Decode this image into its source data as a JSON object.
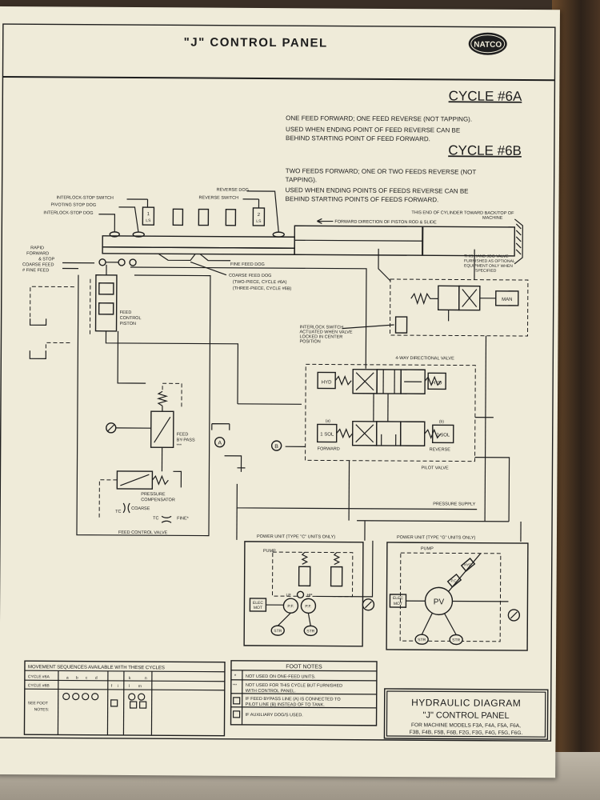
{
  "header": {
    "title": "\"J\" CONTROL PANEL",
    "logo_text": "NATCO"
  },
  "cycles": [
    {
      "title": "CYCLE #6A",
      "line1": "ONE FEED FORWARD; ONE FEED REVERSE (NOT TAPPING).",
      "line2": "USED WHEN ENDING POINT OF FEED REVERSE CAN BE",
      "line3": "BEHIND STARTING POINT OF FEED FORWARD."
    },
    {
      "title": "CYCLE #6B",
      "line1": "TWO FEEDS FORWARD; ONE OR TWO FEEDS REVERSE (NOT",
      "line2": "TAPPING).",
      "line3": "USED WHEN ENDING POINTS OF FEEDS REVERSE CAN BE",
      "line4": "BEHIND STARTING POINTS OF FEEDS FORWARD."
    }
  ],
  "labels": {
    "interlock_stop_switch": "INTERLOCK-STOP SWITCH",
    "pivoting_stop_dog": "PIVOTING STOP DOG",
    "interlock_stop_dog": "INTERLOCK-STOP DOG",
    "reverse_dog": "REVERSE DOG",
    "reverse_switch": "REVERSE SWITCH",
    "cylinder_note1": "THIS END OF CYLINDER TOWARD BACK/TOP OF",
    "cylinder_note2": "MACHINE",
    "forward_direction": "FORWARD DIRECTION OF PISTON ROD & SLIDE",
    "rapid_forward": "RAPID",
    "rapid_forward2": "FORWARD",
    "rapid_forward3": "& STOP",
    "coarse_feed": "COARSE FEED",
    "fine_feed_left": "# FINE FEED",
    "fine_feed_dog": "FINE FEED DOG",
    "coarse_feed_dog1": "COARSE FEED DOG",
    "coarse_feed_dog2": "(TWO-PIECE, CYCLE #6A)",
    "coarse_feed_dog3": "(THREE-PIECE, CYCLE #6B)",
    "hand_jog1": "THIS HAND JOG VALVE",
    "hand_jog2": "FURNISHED AS OPTIONAL",
    "hand_jog3": "EQUIPMENT ONLY WHEN",
    "hand_jog4": "SPECIFIED",
    "man": "MAN",
    "feed_control_piston1": "FEED",
    "feed_control_piston2": "CONTROL",
    "feed_control_piston3": "PISTON",
    "interlock_note1": "INTERLOCK SWITCH",
    "interlock_note2": "ACTUATED WHEN VALVE",
    "interlock_note3": "LOCKED IN CENTER",
    "interlock_note4": "POSITION",
    "four_way": "4-WAY DIRECTIONAL VALVE",
    "hyd": "HYD",
    "sol1": "1 SOL",
    "sol2": "2 SOL",
    "pos_a": "(a)",
    "pos_b": "(b)",
    "forward": "FORWARD",
    "reverse": "REVERSE",
    "pilot_valve": "PILOT VALVE",
    "feed_bypass1": "FEED",
    "feed_bypass2": "BY-PASS",
    "feed_bypass3": "***",
    "marker_a": "A",
    "marker_b": "B",
    "pressure_comp1": "PRESSURE",
    "pressure_comp2": "COMPENSATOR",
    "tc_coarse": "TC",
    "coarse": "COARSE",
    "tc_fine": "TC",
    "fine": "FINE*",
    "feed_control_valve": "FEED CONTROL VALVE",
    "pressure_supply": "PRESSURE SUPPLY",
    "power_unit_left": "POWER UNIT (TYPE \"C\" UNITS ONLY)",
    "power_unit_right": "POWER UNIT (TYPE \"G\" UNITS ONLY)",
    "pump": "PUMP",
    "elec_mot": "ELEC",
    "elec_mot2": "MOT",
    "pf": "P.F.",
    "lp": "LP",
    "hp": "HP",
    "str": "STR",
    "pv": "PV",
    "pc": "P.C.",
    "hyd_small": "HYD",
    "ls1": "1",
    "ls2": "2",
    "ls_text": "LS"
  },
  "sequence_table": {
    "title": "MOVEMENT SEQUENCES AVAILABLE WITH THESE CYCLES",
    "row1": "CYCLE #6A",
    "row2": "CYCLE #6B",
    "row3": "SEE FOOT",
    "row3b": "NOTES:",
    "cols": [
      "a",
      "b",
      "c",
      "d",
      "f",
      "i",
      "k",
      "l",
      "m",
      "n"
    ]
  },
  "footnotes": {
    "title": "FOOT NOTES",
    "n1sym": "*",
    "n1": "NOT USED ON ONE-FEED UNITS.",
    "n2sym": "***",
    "n2": "NOT USED FOR THIS CYCLE BUT FURNISHED",
    "n2b": "WITH CONTROL PANEL.",
    "n3": "IF FEED BYPASS LINE (A) IS CONNECTED TO",
    "n3b": "PILOT LINE (B) INSTEAD OF TO TANK.",
    "n4": "IF AUXILIARY DOG/S USED."
  },
  "title_block": {
    "line1": "HYDRAULIC DIAGRAM",
    "line2": "\"J\" CONTROL PANEL",
    "line3": "FOR MACHINE MODELS F3A, F4A, F5A, F6A,",
    "line4": "F3B, F4B, F5B, F6B, F2G, F3G, F4G, F5G, F6G."
  }
}
